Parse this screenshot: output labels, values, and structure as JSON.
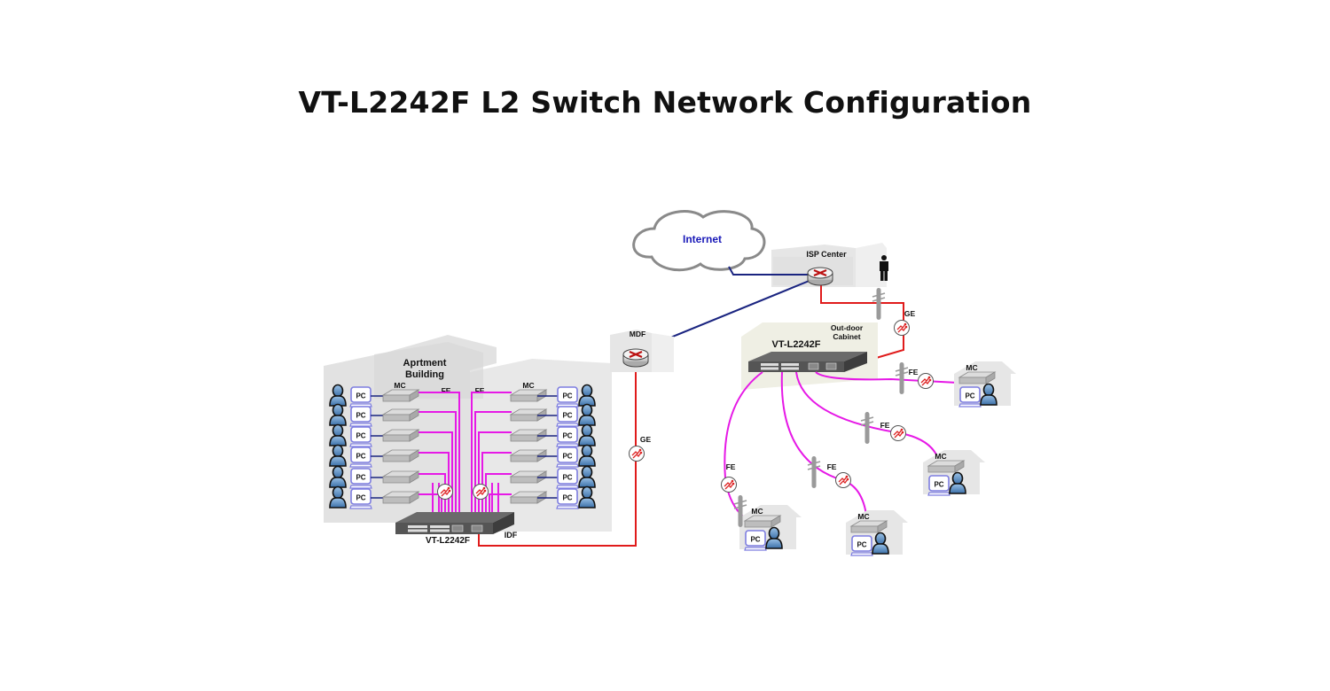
{
  "title": "VT-L2242F L2 Switch Network Configuration",
  "colors": {
    "fe_line": "#e619e6",
    "ge_line": "#e01b1b",
    "uplink_line": "#1a2480",
    "internet_text": "#1a1ab8",
    "building": "#e4e4e4",
    "cabinet": "#efefe4"
  },
  "internet": {
    "label": "Internet",
    "icon": "cloud-icon"
  },
  "isp": {
    "label": "ISP Center",
    "router_icon": "router-icon",
    "person_icon": "person-icon"
  },
  "mdf": {
    "label": "MDF",
    "router_icon": "router-icon"
  },
  "apartment": {
    "label_line1": "Aprtment",
    "label_line2": "Building",
    "mc_label_left": "MC",
    "mc_label_right": "MC",
    "fe_label_left": "FE",
    "fe_label_right": "FE",
    "pc_label": "PC",
    "switch_label": "VT-L2242F",
    "idf_label": "IDF",
    "rows_per_side": 6
  },
  "uplinks": {
    "mdf_ge_label": "GE",
    "isp_ge_label": "GE"
  },
  "cabinet": {
    "label_line1": "Out-door",
    "label_line2": "Cabinet",
    "switch_label": "VT-L2242F"
  },
  "houses": [
    {
      "mc_label": "MC",
      "pc_label": "PC",
      "fe_label": "FE"
    },
    {
      "mc_label": "MC",
      "pc_label": "PC",
      "fe_label": "FE"
    },
    {
      "mc_label": "MC",
      "pc_label": "PC",
      "fe_label": "FE"
    },
    {
      "mc_label": "MC",
      "pc_label": "PC",
      "fe_label": "FE"
    }
  ]
}
